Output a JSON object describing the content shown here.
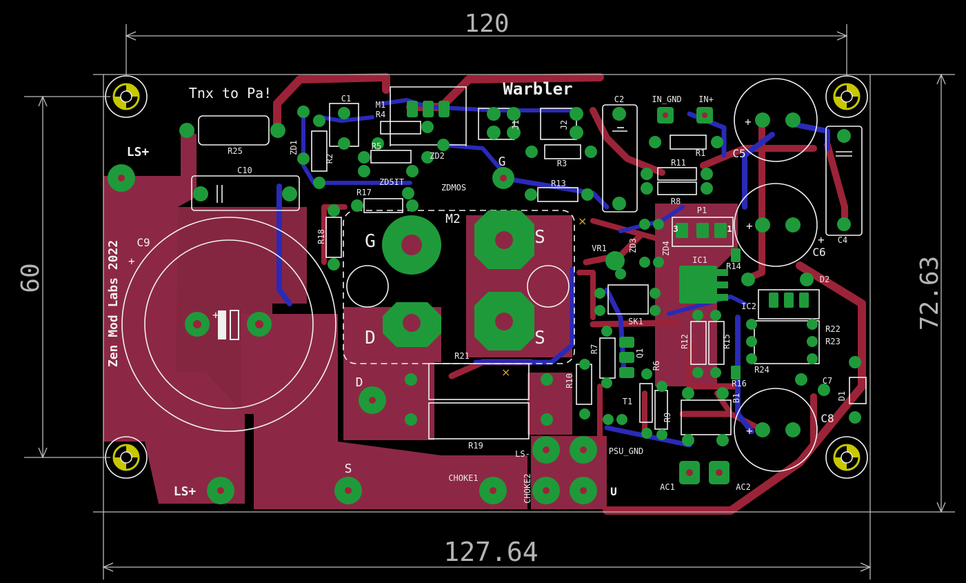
{
  "board": {
    "title": "Warbler",
    "note": "Tnx to Pa!",
    "credit": "Zen Mod Labs 2022",
    "colors": {
      "background": "#000000",
      "top_copper": "#9b2338",
      "bottom_copper": "#2a2ab8",
      "pad": "#1f9a3a",
      "silkscreen": "#f0f0f0",
      "dimension": "#b4b4b4",
      "mount_hole": "#c8c800"
    }
  },
  "dimensions": {
    "top": "120",
    "bottom": "127.64",
    "left": "60",
    "right": "72.63"
  },
  "mosfet_labels": {
    "part": "M2",
    "gate": "G",
    "drain": "D",
    "source1": "S",
    "source2": "S"
  },
  "connectors": {
    "ls_plus_top": "LS+",
    "ls_plus_bottom": "LS+",
    "s": "S",
    "d": "D",
    "g": "G",
    "choke1": "CHOKE1",
    "choke2": "CHOKE2",
    "u": "U",
    "ls_minus": "LS-",
    "psu_gnd": "PSU_GND",
    "ac1": "AC1",
    "ac2": "AC2",
    "in_gnd": "IN_GND",
    "in_plus": "IN+"
  },
  "components": {
    "r25": "R25",
    "c10": "C10",
    "c9": "C9",
    "c1": "C1",
    "m1": "M1",
    "r4": "R4",
    "zd1": "ZD1",
    "r2": "R2",
    "r5": "R5",
    "zd2": "ZD2",
    "zd5": "ZD5IT",
    "zdmos": "ZDMOS",
    "r17": "R17",
    "r18": "R18",
    "j1": "J1",
    "j2": "J2",
    "r3": "R3",
    "r13": "R13",
    "c2": "C2",
    "r1": "R1",
    "r11": "R11",
    "r8": "R8",
    "c5": "C5",
    "c4": "C4",
    "c6": "C6",
    "p1": "P1",
    "vr1": "VR1",
    "zd3": "ZD3",
    "zd4": "ZD4",
    "ic1": "IC1",
    "r14": "R14",
    "d2": "D2",
    "ic2": "IC2",
    "r22": "R22",
    "r23": "R23",
    "r24": "R24",
    "r12": "R12",
    "r15": "R15",
    "r16": "R16",
    "sk1": "SK1",
    "r7": "R7",
    "q1": "Q1",
    "r6": "R6",
    "r10": "R10",
    "t1": "T1",
    "r9": "R9",
    "b1": "B1",
    "r21": "R21",
    "r19": "R19",
    "c7": "C7",
    "d1": "D1",
    "c8": "C8"
  },
  "pin_numbers": {
    "p1_left": "3",
    "p1_right": "1"
  }
}
